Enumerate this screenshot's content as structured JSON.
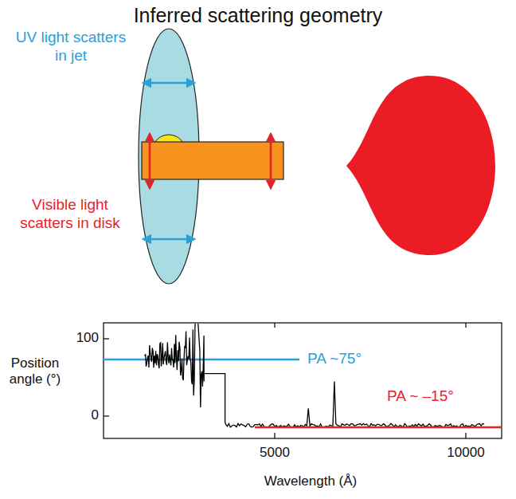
{
  "diagram": {
    "title": "Inferred scattering geometry",
    "labels": [
      "UV light scatters in jet",
      "Visible light scatters in disk",
      "100",
      "0",
      "Position angle (°)",
      "5000",
      "10000",
      "Wavelength (Å)",
      "PA ~75°",
      "PA ~ –15°"
    ]
  }
}
